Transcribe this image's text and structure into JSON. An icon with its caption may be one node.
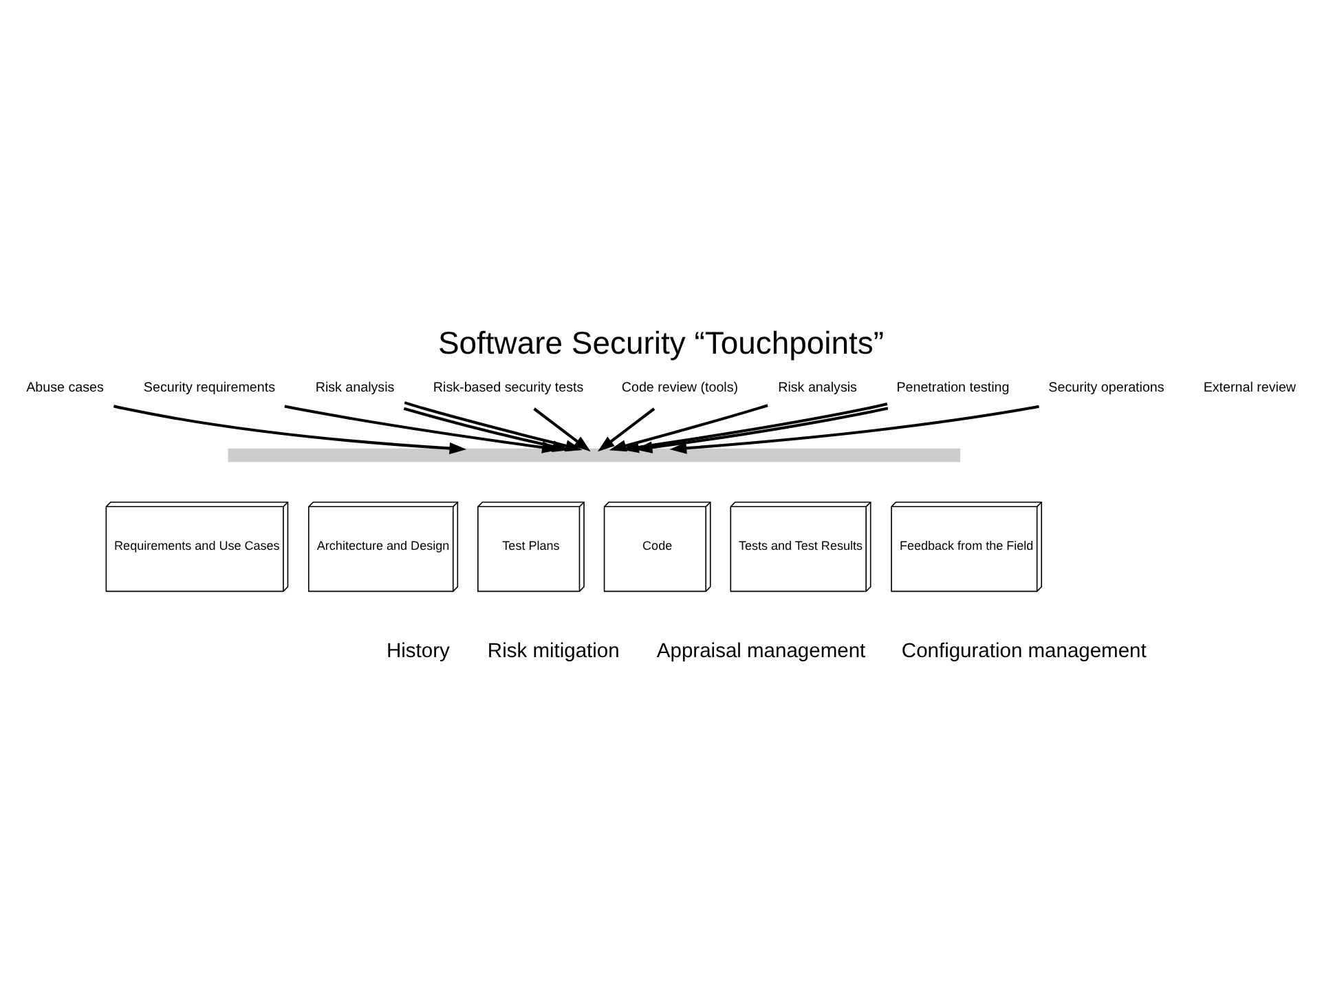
{
  "diagram": {
    "title": "Software Security “Touchpoints”",
    "nodes": [
      {
        "text": [
          "Abuse cases"
        ]
      },
      {
        "text": [
          "Security requirements"
        ]
      },
      {
        "text": [
          "Risk analysis"
        ]
      },
      {
        "text": [
          "Risk-based security tests"
        ]
      },
      {
        "text": [
          "Code review (tools)"
        ]
      },
      {
        "text": [
          "Risk analysis"
        ]
      },
      {
        "text": [
          "Penetration testing"
        ]
      },
      {
        "text": [
          "Security operations"
        ]
      },
      {
        "text": [],
        "shape": "bar"
      },
      {
        "text": [
          "Requirements and Use Cases"
        ]
      },
      {
        "text": [
          "Architecture and Design"
        ]
      },
      {
        "text": [
          "Test Plans"
        ]
      },
      {
        "text": [
          "Code"
        ]
      },
      {
        "text": [
          "Tests and Test Results"
        ]
      },
      {
        "text": [
          "Feedback from the Field"
        ]
      }
    ],
    "edges": [
      {
        "from": 0,
        "to": 8,
        "arrow": "to"
      },
      {
        "from": 1,
        "to": 8,
        "arrow": "to"
      },
      {
        "from": 2,
        "to": 8,
        "arrow": "to"
      },
      {
        "from": 2,
        "to": 8,
        "arrow": "to"
      },
      {
        "from": 3,
        "to": 8,
        "arrow": "to"
      },
      {
        "from": 4,
        "to": 8,
        "arrow": "to"
      },
      {
        "from": 5,
        "to": 8,
        "arrow": "to"
      },
      {
        "from": 6,
        "to": 8,
        "arrow": "to"
      },
      {
        "from": 6,
        "to": 8,
        "arrow": "to"
      },
      {
        "from": 7,
        "to": 8,
        "arrow": "to"
      }
    ],
    "labels": [
      "External review",
      "History",
      "Risk mitigation",
      "Appraisal management",
      "Configuration management"
    ]
  }
}
